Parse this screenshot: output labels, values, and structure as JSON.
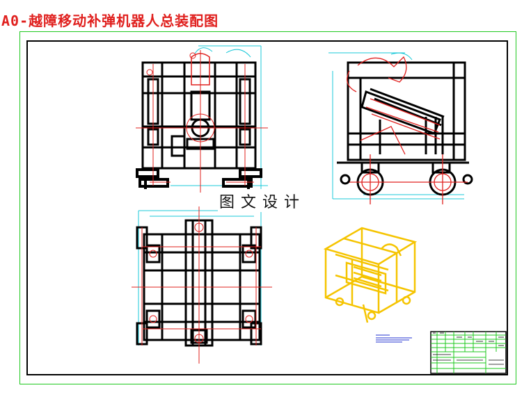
{
  "title": "A0-越障移动补弹机器人总装配图",
  "watermark": "图文设计",
  "colors": {
    "title_text": "#e0201e",
    "sheet_border": "#1ec81e",
    "frame": "#000000",
    "center_lines": "#e0201e",
    "dimension_lines": "#18c8d8",
    "isometric_view": "#f5c400",
    "title_block_lines": "#1ec81e",
    "note_text": "#2030d0"
  },
  "views": [
    "front-view",
    "side-view",
    "top-view",
    "isometric-view"
  ]
}
